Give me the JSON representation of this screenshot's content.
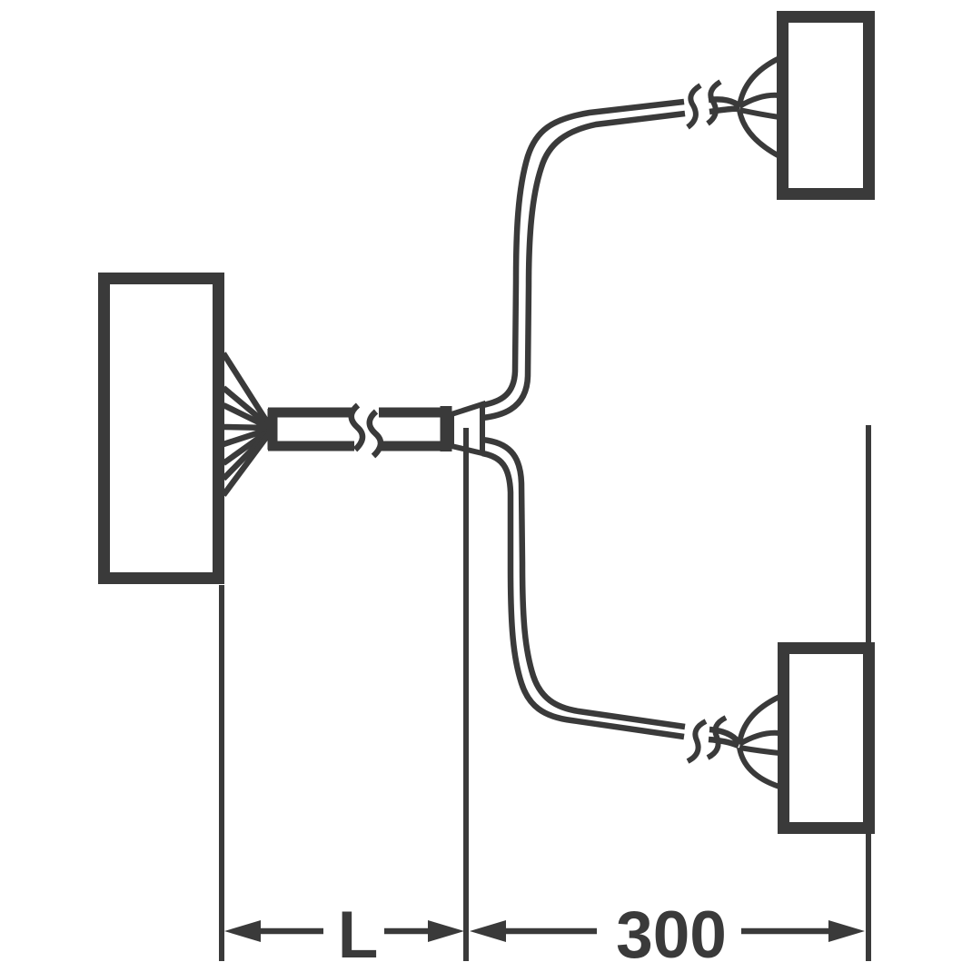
{
  "diagram": {
    "kind": "cable-assembly-dimensional-drawing",
    "dimension_l": "L",
    "dimension_300": "300"
  },
  "colors": {
    "line": "#3a3a3a",
    "background": "#ffffff"
  }
}
